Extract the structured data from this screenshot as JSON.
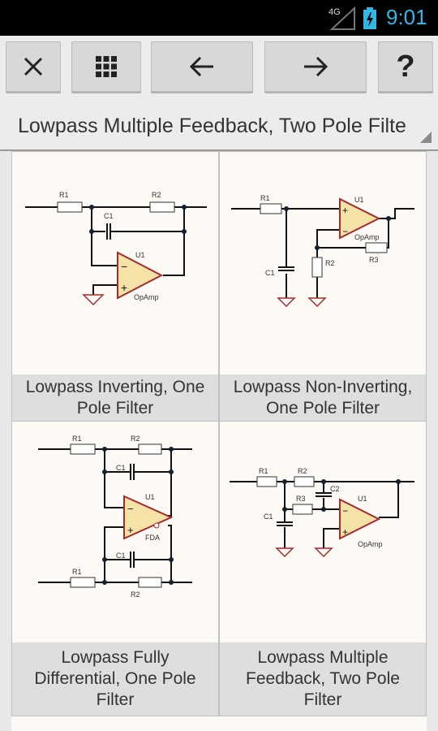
{
  "status_bar": {
    "network": "4G",
    "time": "9:01"
  },
  "toolbar": {
    "close_icon": "close-icon",
    "grid_icon": "grid-icon",
    "back_icon": "arrow-left-icon",
    "forward_icon": "arrow-right-icon",
    "help_label": "?"
  },
  "title": "Lowpass Multiple Feedback, Two Pole Filter",
  "cells": [
    {
      "caption": "Lowpass Inverting, One Pole Filter",
      "labels": {
        "r1": "R1",
        "r2": "R2",
        "c1": "C1",
        "u1": "U1",
        "opamp": "OpAmp"
      }
    },
    {
      "caption": "Lowpass Non-Inverting, One Pole Filter",
      "labels": {
        "r1": "R1",
        "r2": "R2",
        "r3": "R3",
        "c1": "C1",
        "u1": "U1",
        "opamp": "OpAmp"
      }
    },
    {
      "caption": "Lowpass Fully Differential, One Pole Filter",
      "labels": {
        "r1": "R1",
        "r2": "R2",
        "c1": "C1",
        "u1": "U1",
        "fda": "FDA"
      }
    },
    {
      "caption": "Lowpass Multiple Feedback, Two Pole Filter",
      "labels": {
        "r1": "R1",
        "r2": "R2",
        "r3": "R3",
        "c1": "C1",
        "c2": "C2",
        "u1": "U1",
        "opamp": "OpAmp"
      }
    }
  ]
}
